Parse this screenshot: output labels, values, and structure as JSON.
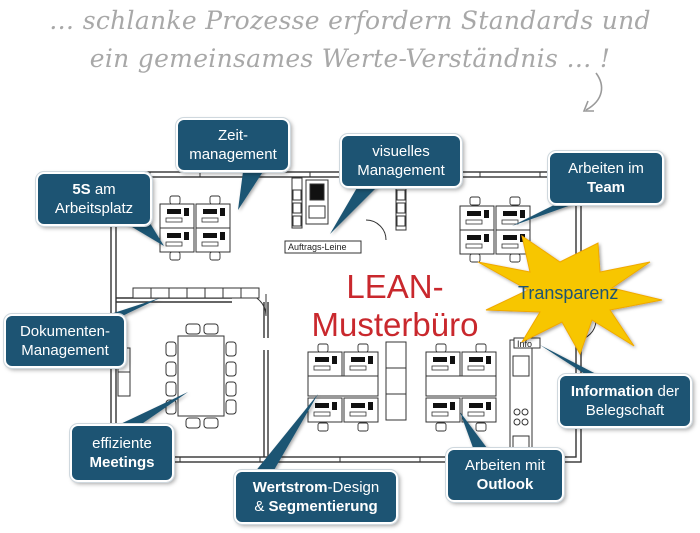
{
  "tagline": {
    "line1": "… schlanke Prozesse erfordern Standards und",
    "line2": "ein gemeinsames Werte-Verständnis … !"
  },
  "center": {
    "line1": "LEAN-",
    "line2": "Musterbüro"
  },
  "burst_label": "Transparenz",
  "labels": {
    "auftrags_leine": "Auftrags-Leine",
    "info": "Info"
  },
  "callouts": {
    "zeit": {
      "line1": "Zeit-",
      "line2": "management"
    },
    "visuelles": {
      "line1": "visuelles",
      "line2": "Management"
    },
    "team": {
      "line1": "Arbeiten im",
      "line2": "Team"
    },
    "s5": {
      "bold": "5S",
      "rest": " am",
      "line2": "Arbeitsplatz"
    },
    "dokumenten": {
      "line1": "Dokumenten-",
      "line2": "Management"
    },
    "information": {
      "bold": "Information",
      "rest": " der",
      "line2": "Belegschaft"
    },
    "meetings": {
      "line1": "effiziente",
      "line2": "Meetings"
    },
    "wertstrom": {
      "bold": "Wertstrom",
      "rest": "-Design",
      "line2a": "& ",
      "line2b": "Segmentierung"
    },
    "outlook": {
      "line1": "Arbeiten mit",
      "line2": "Outlook"
    }
  },
  "colors": {
    "callout_bg": "#1d5473",
    "lean_text": "#c9282d",
    "burst_fill": "#f7c600",
    "tagline": "#a8a8a8"
  }
}
